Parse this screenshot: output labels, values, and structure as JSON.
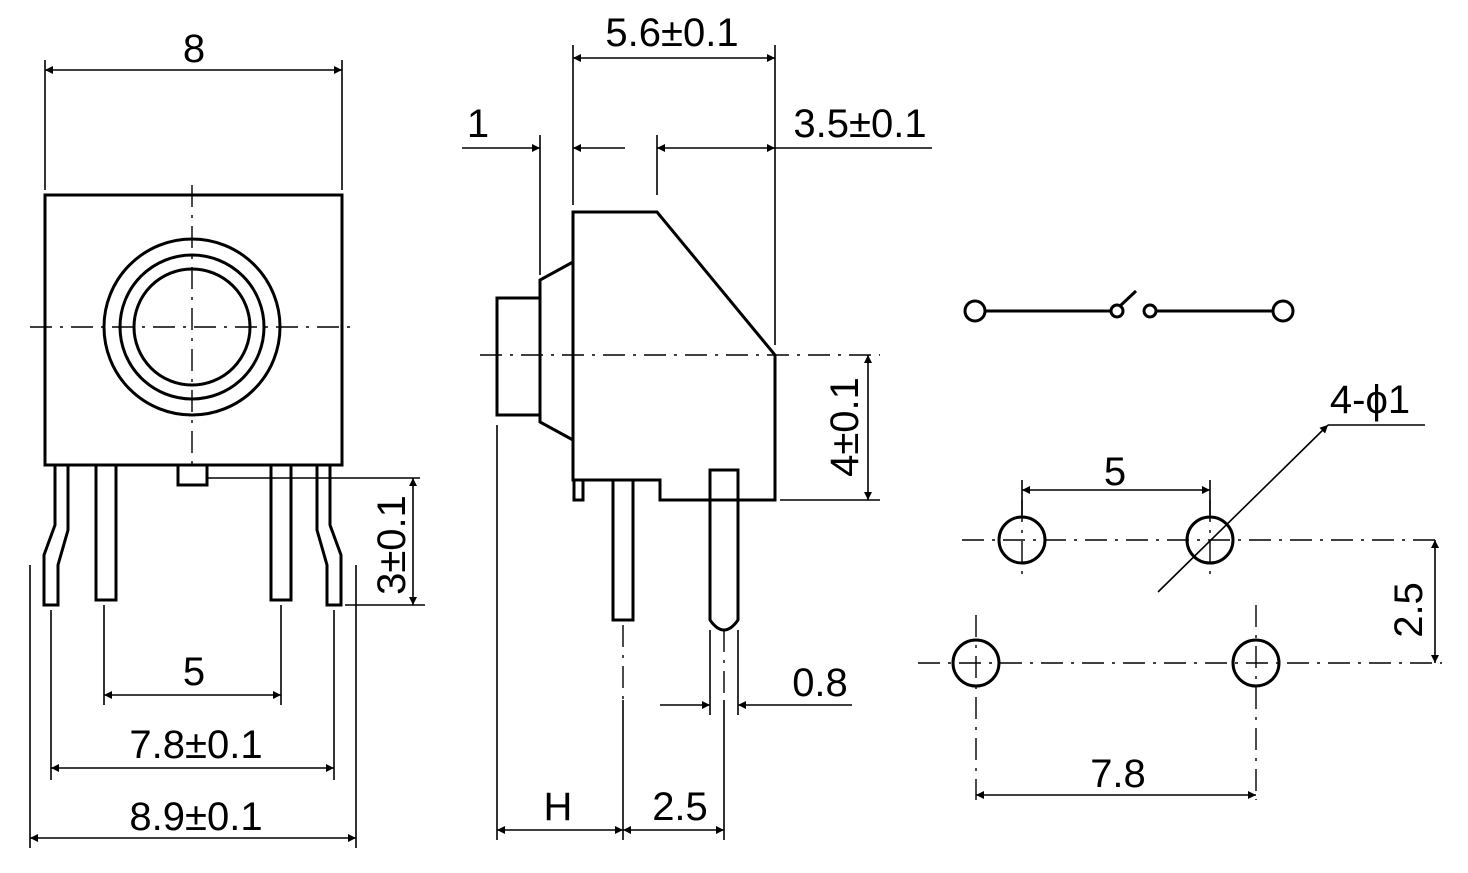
{
  "front_view": {
    "top_width": "8",
    "pin_pitch": "5",
    "pin_span": "7.8±0.1",
    "overall_width": "8.9±0.1",
    "height_from_base": "3±0.1"
  },
  "side_view": {
    "body_depth": "5.6±0.1",
    "flange": "1",
    "top_offset": "3.5±0.1",
    "axis_height": "4±0.1",
    "pin_diameter": "0.8",
    "front_offset": "H",
    "pin_spacing": "2.5"
  },
  "schematic": {
    "symbol": "switch-symbol"
  },
  "footprint": {
    "hole_spec": "4-ϕ1",
    "hole_pitch_x": "5",
    "row_spacing": "2.5",
    "outer_span": "7.8"
  }
}
